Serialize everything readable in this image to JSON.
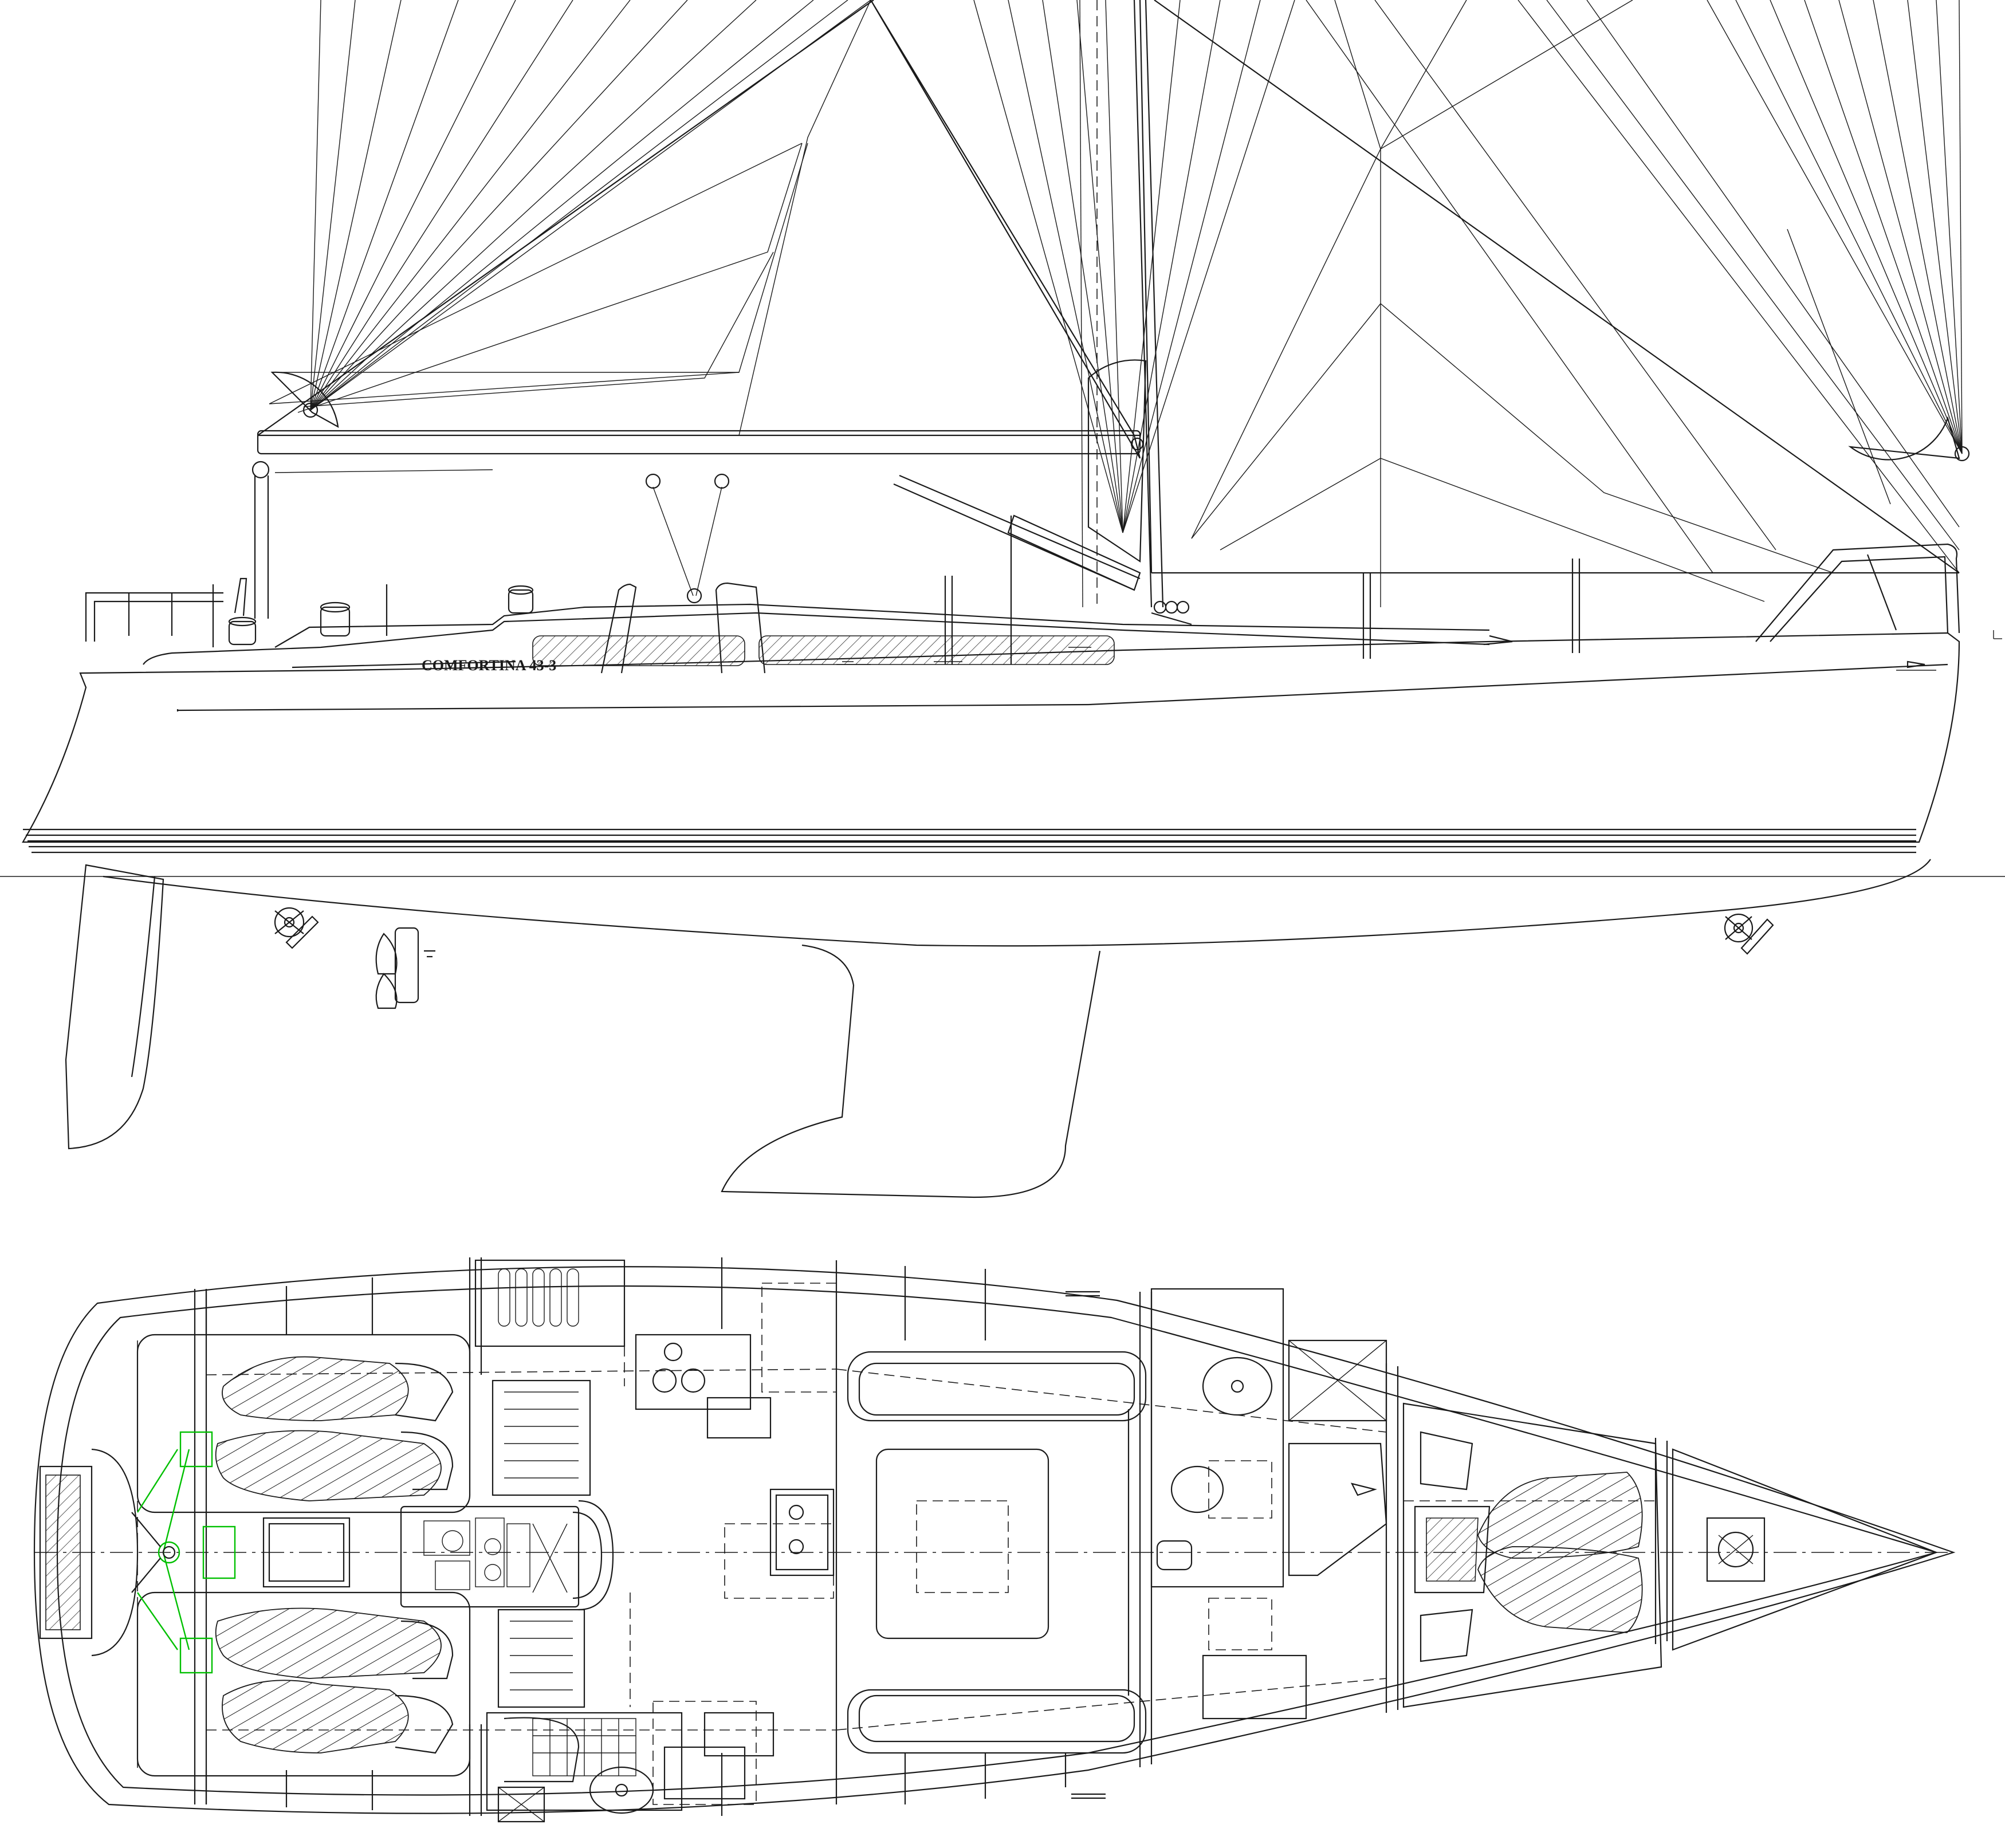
{
  "hull_name": "COMFORTINA 43-3",
  "colors": {
    "line": "#1a1a1a",
    "background": "#ffffff",
    "steering_system": "#00c000"
  },
  "views": {
    "profile": {
      "sail_plan": true,
      "deck_hardware": true,
      "keel": "fin",
      "rudder": "spade"
    },
    "plan": {
      "layout": "accommodation",
      "cabins_aft": 2,
      "cabin_forward": 1,
      "heads": 2,
      "saloon": true,
      "galley": true,
      "engine": true
    }
  }
}
